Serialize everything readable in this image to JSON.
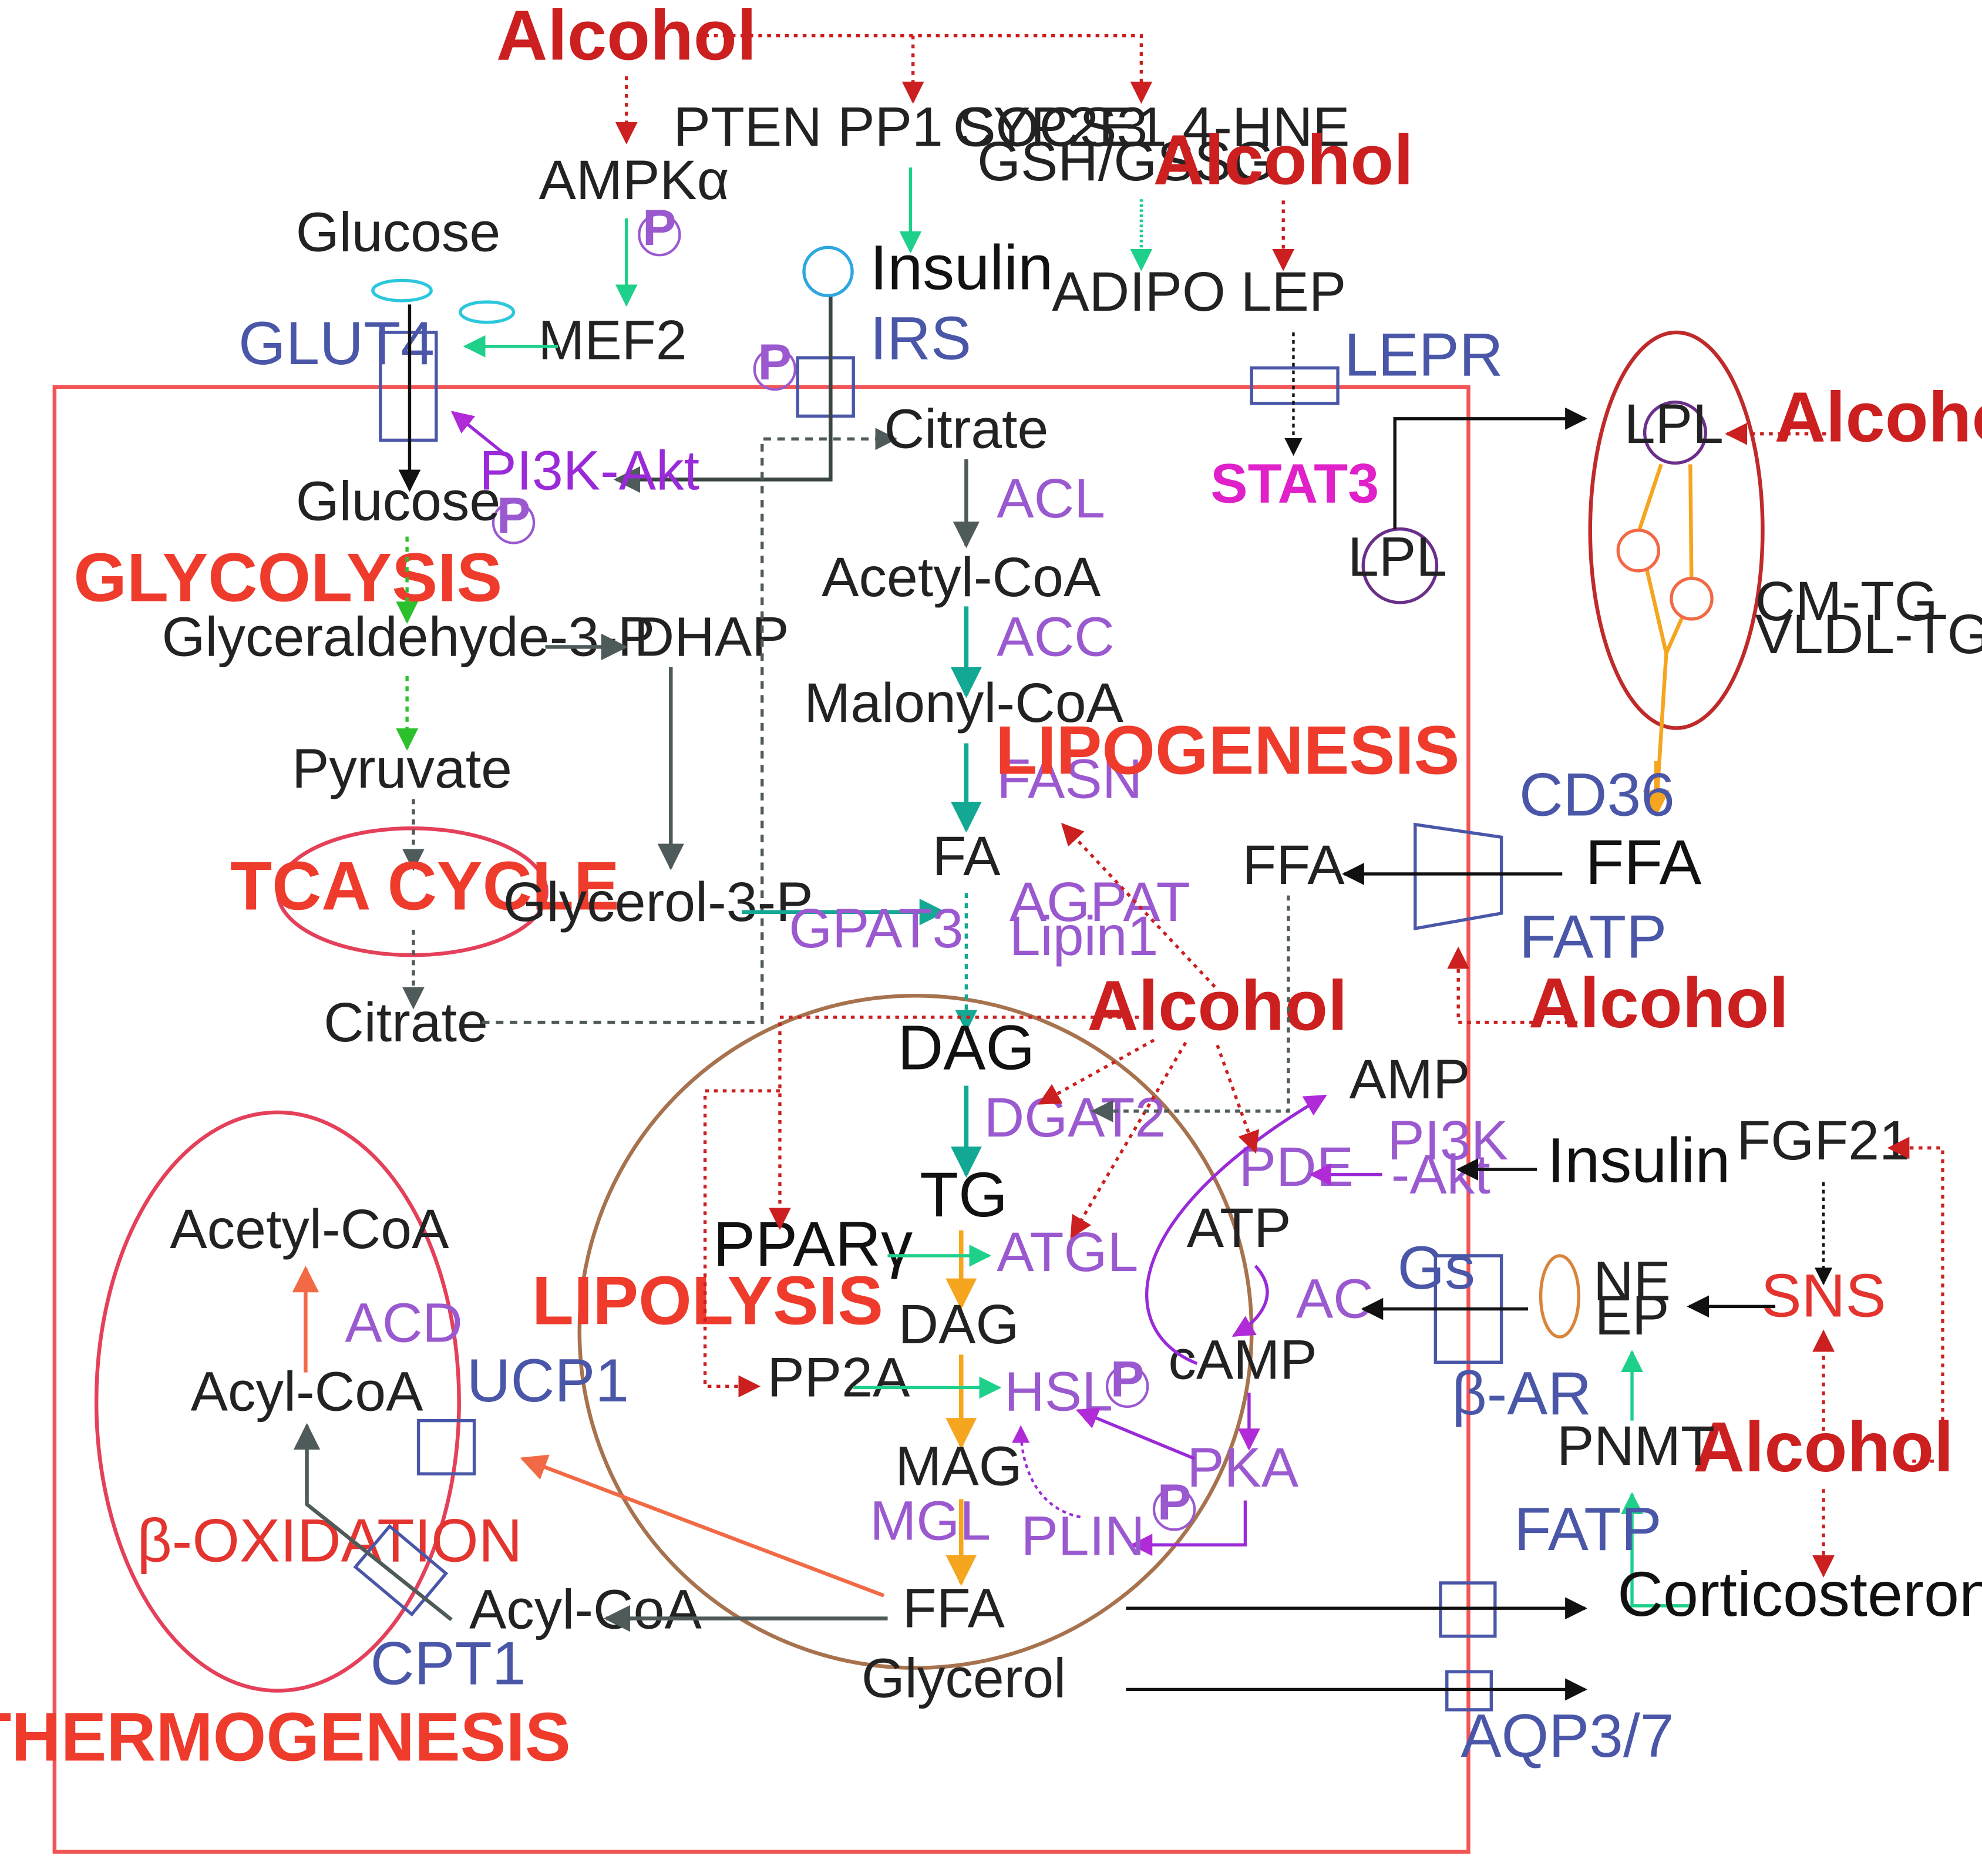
{
  "alcohol": {
    "top": "Alcohol",
    "right": "Alcohol",
    "lpl": "Alcohol",
    "fatp": "Alcohol",
    "center": "Alcohol",
    "sns": "Alcohol"
  },
  "signals": {
    "ampk": "AMPKα",
    "mef2": "MEF2",
    "pten": "PTEN PP1 SOCS3",
    "cyp": "CYP2E1 4-HNE",
    "gsh": "GSH/GSSG",
    "insulin_top": "Insulin",
    "irs": "IRS",
    "adipo": "ADIPO",
    "lep": "LEP",
    "lepr": "LEPR",
    "stat3": "STAT3",
    "pi3k_akt": "PI3K-Akt",
    "phospho": "P"
  },
  "glycolysis": {
    "title": "GLYCOLYSIS",
    "glucose_out": "Glucose",
    "glut4": "GLUT4",
    "glucose_in": "Glucose",
    "g3p": "Glyceraldehyde-3-P",
    "dhap": "DHAP",
    "pyruvate": "Pyruvate",
    "tca": "TCA CYCLE",
    "citrate": "Citrate",
    "glycerol3p": "Glycerol-3-P",
    "gpat3": "GPAT3"
  },
  "lipogenesis": {
    "title": "LIPOGENESIS",
    "citrate": "Citrate",
    "acl": "ACL",
    "acetyl_coa": "Acetyl-CoA",
    "acc": "ACC",
    "malonyl_coa": "Malonyl-CoA",
    "fasn": "FASN",
    "fa": "FA",
    "agpat": "AGPAT",
    "lipin1": "Lipin1"
  },
  "lipolysis": {
    "title": "LIPOLYSIS",
    "dag1": "DAG",
    "dgat2": "DGAT2",
    "tg": "TG",
    "pparg": "PPARγ",
    "atgl": "ATGL",
    "dag2": "DAG",
    "pp2a": "PP2A",
    "hsl": "HSL",
    "mag": "MAG",
    "mgl": "MGL",
    "ffa": "FFA",
    "glycerol": "Glycerol",
    "amp": "AMP",
    "pde": "PDE",
    "pi3k": "PI3K",
    "akt": "-Akt",
    "atp": "ATP",
    "ac": "AC",
    "camp": "cAMP",
    "pka": "PKA",
    "plin": "PLIN"
  },
  "thermogenesis": {
    "title": "THERMOGENESIS",
    "acetyl_coa": "Acetyl-CoA",
    "acd": "ACD",
    "acyl_coa": "Acyl-CoA",
    "beta_ox": "β-OXIDATION",
    "ucp1": "UCP1",
    "cpt1": "CPT1",
    "acyl_coa2": "Acyl-CoA"
  },
  "external": {
    "lpl": "LPL",
    "cmtg": "CM-TG",
    "vldltg": "VLDL-TG",
    "cd36": "CD36",
    "ffa_out": "FFA",
    "ffa_in": "FFA",
    "fatp": "FATP",
    "insulin": "Insulin",
    "fgf21": "FGF21",
    "gs": "Gs",
    "ne": "NE",
    "ep": "EP",
    "sns": "SNS",
    "bar": "β-AR",
    "pnmt": "PNMT",
    "fatp2": "FATP",
    "corticosterone": "Corticosterone",
    "aqp": "AQP3/7"
  }
}
